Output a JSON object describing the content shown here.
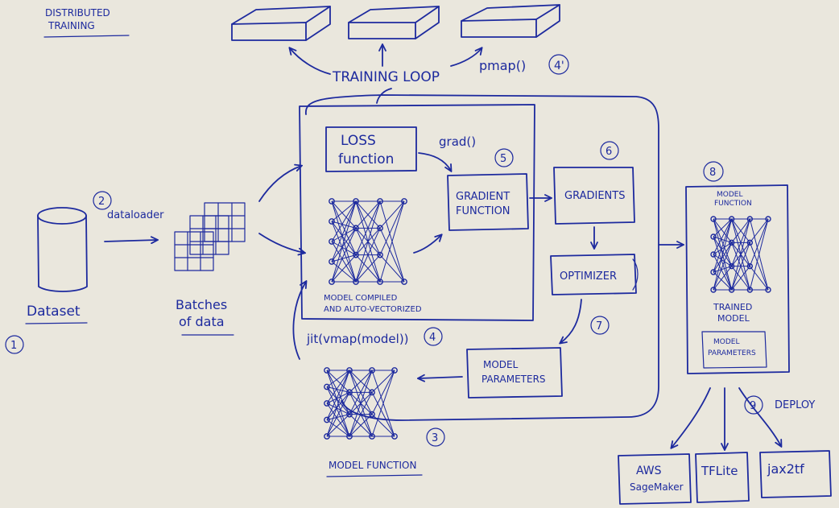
{
  "title": "DISTRIBUTED\nTRAINING",
  "title_line1": "DISTRIBUTED",
  "title_line2": "TRAINING",
  "dataset_label": "Dataset",
  "dataloader_label": "dataloader",
  "batches_label_1": "Batches",
  "batches_label_2": "of data",
  "training_loop_label": "TRAINING LOOP",
  "pmap_label": "pmap()",
  "loss_box_1": "LOSS",
  "loss_box_2": "function",
  "grad_label": "grad()",
  "gradient_fn_1": "GRADIENT",
  "gradient_fn_2": "FUNCTION",
  "gradients_label": "GRADIENTS",
  "optimizer_label": "OPTIMIZER",
  "model_params_1": "MODEL",
  "model_params_2": "PARAMETERS",
  "compiled_1": "MODEL COMPILED",
  "compiled_2": "AND AUTO-VECTORIZED",
  "jit_label": "jit(vmap(model))",
  "model_function_label": "MODEL FUNCTION",
  "panel_model_function_1": "MODEL",
  "panel_model_function_2": "FUNCTION",
  "trained_model_1": "TRAINED",
  "trained_model_2": "MODEL",
  "panel_params_1": "MODEL",
  "panel_params_2": "PARAMETERS",
  "deploy_label": "DEPLOY",
  "targets": [
    "AWS\nSageMaker",
    "TFLite",
    "jax2tf"
  ],
  "target_aws_1": "AWS",
  "target_aws_2": "SageMaker",
  "target_tflite": "TFLite",
  "target_jax2tf": "jax2tf",
  "step_numbers": [
    "1",
    "2",
    "3",
    "4",
    "4'",
    "5",
    "6",
    "7",
    "8",
    "9"
  ],
  "ink_color": "#1d2a9e",
  "board_color": "#eae7dd",
  "icons": [
    "database-cylinder-icon",
    "data-grid-icon",
    "neural-network-icon",
    "gpu-device-icon"
  ]
}
